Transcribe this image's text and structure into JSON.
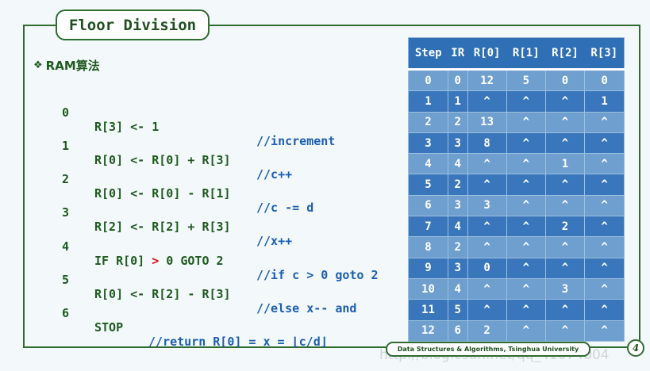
{
  "slide": {
    "title": "Floor Division",
    "section_label": "RAM算法",
    "section_bullet": "❖"
  },
  "code": [
    {
      "num": "0",
      "instr": "R[3] <- 1",
      "comment": "//increment"
    },
    {
      "num": "1",
      "instr": "R[0] <- R[0] + R[3]",
      "comment": "//c++"
    },
    {
      "num": "2",
      "instr": "R[0] <- R[0] - R[1]",
      "comment": "//c -= d"
    },
    {
      "num": "3",
      "instr": "R[2] <- R[2] + R[3]",
      "comment": "//x++"
    },
    {
      "num": "4",
      "instr_pre": "IF R[0] ",
      "instr_red": ">",
      "instr_post": " 0 GOTO 2",
      "comment": "//if c > 0 goto 2"
    },
    {
      "num": "5",
      "instr": "R[0] <- R[2] - R[3]",
      "comment": "//else x-- and"
    },
    {
      "num": "6",
      "instr": "STOP",
      "comment": "//return R[0] = x = ⌊c/d⌋"
    }
  ],
  "table": {
    "headers": [
      "Step",
      "IR",
      "R[0]",
      "R[1]",
      "R[2]",
      "R[3]"
    ],
    "rows": [
      [
        "0",
        "0",
        "12",
        "5",
        "0",
        "0"
      ],
      [
        "1",
        "1",
        "^",
        "^",
        "^",
        "1"
      ],
      [
        "2",
        "2",
        "13",
        "^",
        "^",
        "^"
      ],
      [
        "3",
        "3",
        "8",
        "^",
        "^",
        "^"
      ],
      [
        "4",
        "4",
        "^",
        "^",
        "1",
        "^"
      ],
      [
        "5",
        "2",
        "^",
        "^",
        "^",
        "^"
      ],
      [
        "6",
        "3",
        "3",
        "^",
        "^",
        "^"
      ],
      [
        "7",
        "4",
        "^",
        "^",
        "2",
        "^"
      ],
      [
        "8",
        "2",
        "^",
        "^",
        "^",
        "^"
      ],
      [
        "9",
        "3",
        "0",
        "^",
        "^",
        "^"
      ],
      [
        "10",
        "4",
        "^",
        "^",
        "3",
        "^"
      ],
      [
        "11",
        "5",
        "^",
        "^",
        "^",
        "^"
      ],
      [
        "12",
        "6",
        "2",
        "^",
        "^",
        "^"
      ]
    ]
  },
  "footer": {
    "course": "Data Structures & Algorithms, Tsinghua University",
    "page": "4",
    "watermark": "http://blog.csdn.net/qq_41074004"
  },
  "colors": {
    "frame_green": "#2f6b2f",
    "code_green": "#1f5a1f",
    "comment_blue": "#1c5fb0",
    "highlight_red": "#d01010",
    "table_header": "#2e6fb5",
    "table_row_light": "#6e9fcf",
    "table_row_dark": "#3a76bb"
  }
}
